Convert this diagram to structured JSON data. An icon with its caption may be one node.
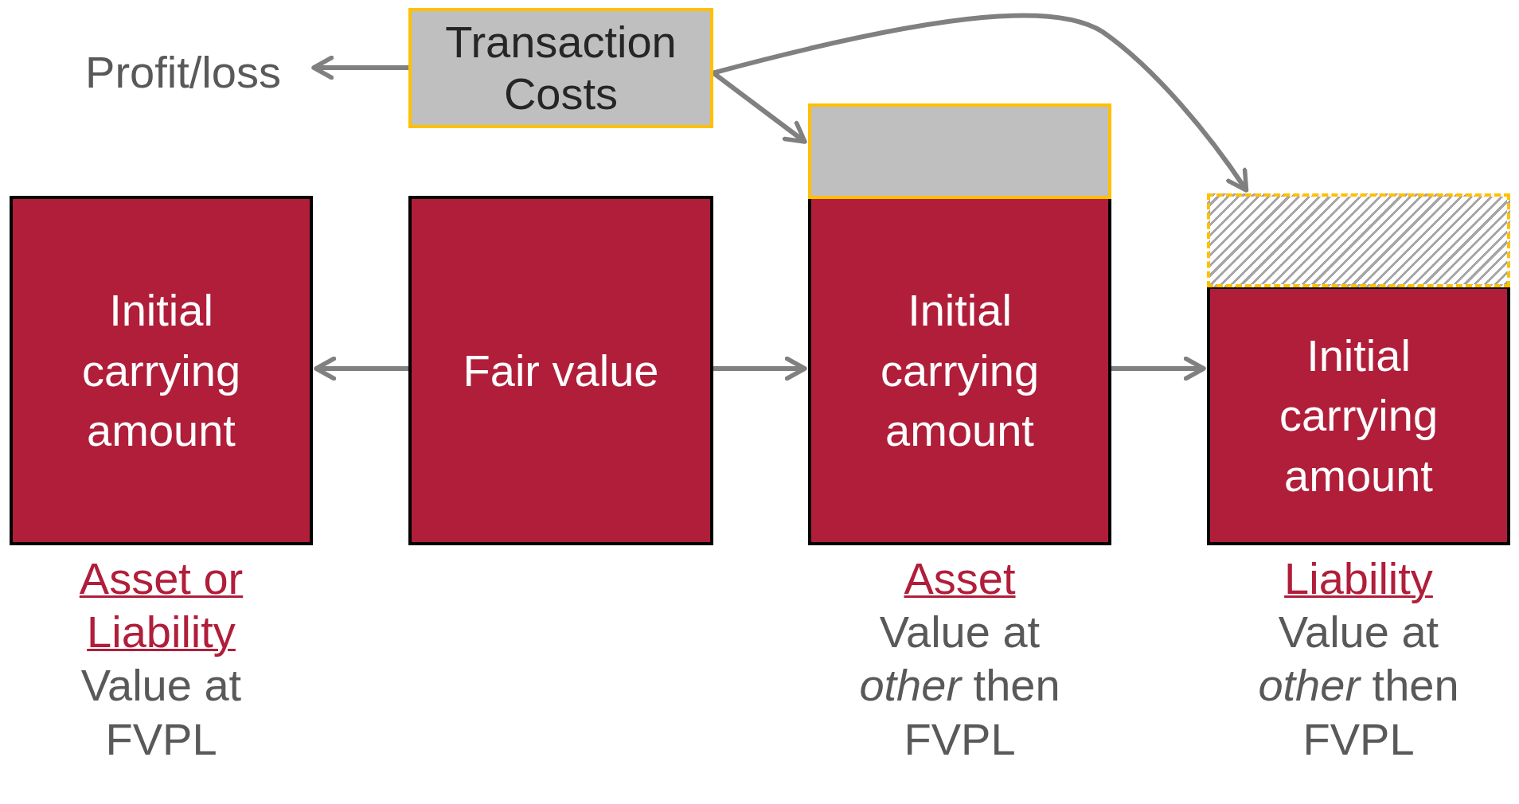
{
  "diagram": {
    "nodes": [
      {
        "text": [
          "Profit/loss"
        ]
      },
      {
        "text": [
          "Transaction Costs"
        ]
      },
      {
        "text": [
          "Initial carrying amount"
        ],
        "beside": [
          "Asset or Liability",
          "Value at FVPL"
        ]
      },
      {
        "text": [
          "Fair value"
        ]
      },
      {
        "text": [
          "Initial carrying amount"
        ],
        "beside": [
          "Asset",
          "Value at *other* then FVPL"
        ]
      },
      {
        "text": [],
        "shape": "box"
      },
      {
        "text": [
          "Initial carrying amount"
        ],
        "beside": [
          "Liability",
          "Value at *other* then FVPL"
        ]
      },
      {
        "text": [],
        "shape": "box"
      }
    ],
    "edges": [
      {
        "from": 1,
        "to": 0,
        "arrow": "to"
      },
      {
        "from": 3,
        "to": 2,
        "arrow": "to"
      },
      {
        "from": 3,
        "to": 4,
        "arrow": "to"
      },
      {
        "from": 4,
        "to": 6,
        "arrow": "to"
      },
      {
        "from": 1,
        "to": 5,
        "arrow": "to"
      },
      {
        "from": 1,
        "to": 7,
        "arrow": "to"
      }
    ]
  }
}
